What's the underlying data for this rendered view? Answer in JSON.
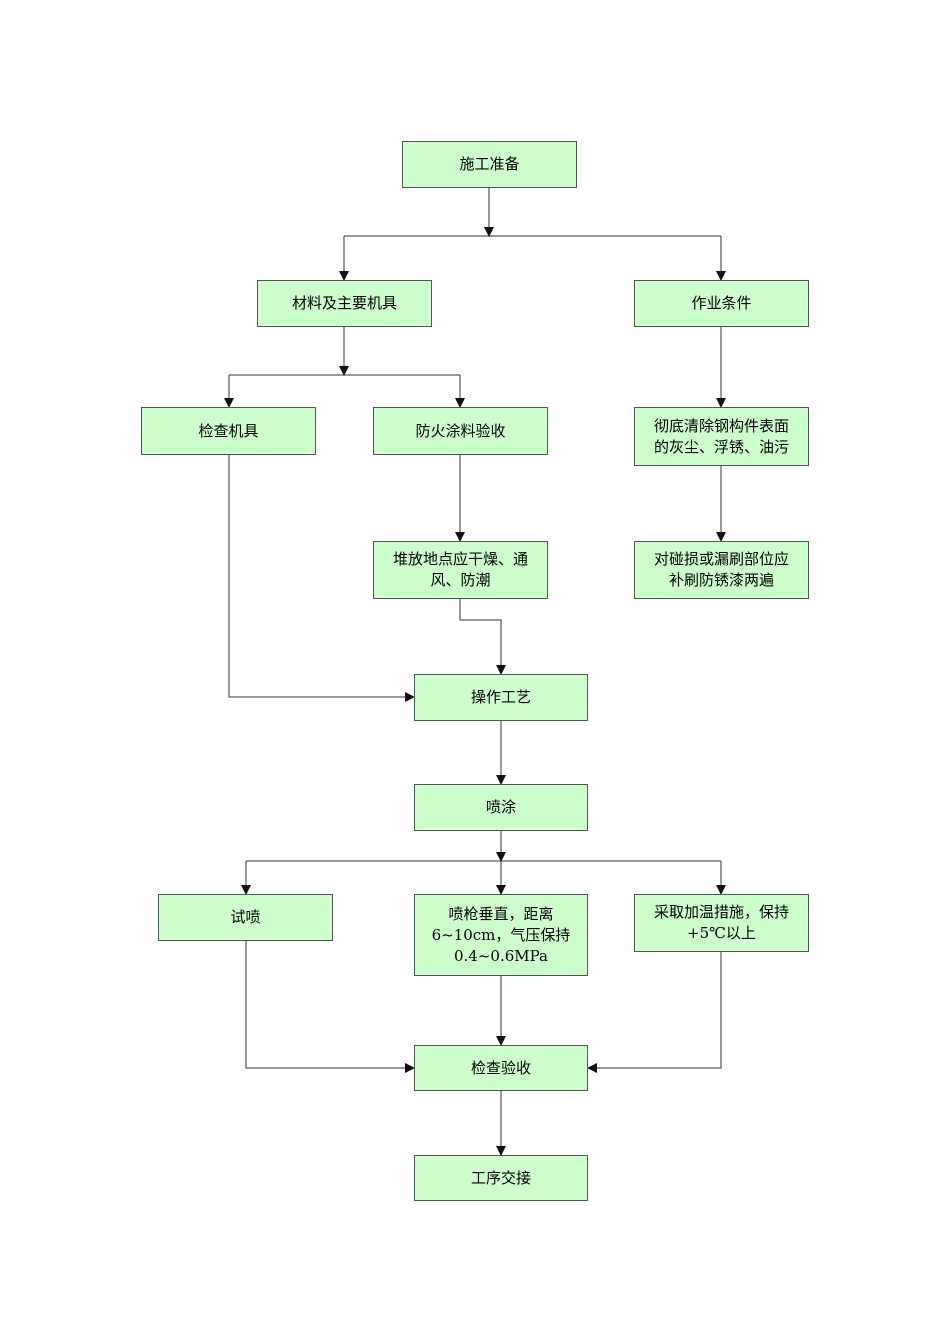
{
  "diagram": {
    "nodes": {
      "prep": "施工准备",
      "materials": "材料及主要机具",
      "conditions": "作业条件",
      "check_tools": "检查机具",
      "fireproof_accept": "防火涂料验收",
      "clean_surface": "彻底清除钢构件表面\n的灰尘、浮锈、油污",
      "storage": "堆放地点应干燥、通\n风、防潮",
      "touchup": "对碰损或漏刷部位应\n补刷防锈漆两遍",
      "process": "操作工艺",
      "spray": "喷涂",
      "trial_spray": "试喷",
      "spray_params": "喷枪垂直，距离\n6~10cm，气压保持\n0.4~0.6MPa",
      "heating": "采取加温措施，保持\n+5℃以上",
      "inspect": "检查验收",
      "handover": "工序交接"
    },
    "colors": {
      "node_fill": "#ccffcc",
      "node_border": "#555555",
      "connector": "#333333"
    }
  }
}
